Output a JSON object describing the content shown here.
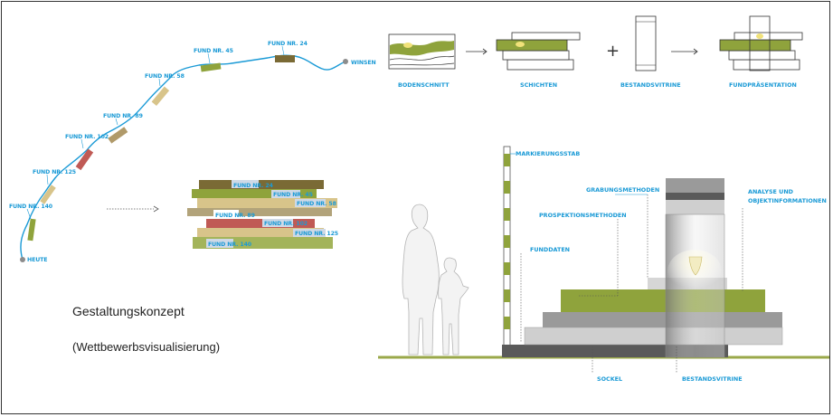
{
  "colors": {
    "label_blue": "#1a9ad6",
    "olive": "#8fa33c",
    "olive_light": "#a3b45a",
    "brown": "#8a7b3e",
    "tan": "#d8c48a",
    "red": "#c05a55",
    "grey_dark": "#5a5a5a",
    "grey_mid": "#9a9a9a",
    "grey_light": "#cfcfcf",
    "ground": "#9aa84a"
  },
  "timeline": {
    "start_label": "HEUTE",
    "end_label": "WINSEN",
    "finds": [
      "FUND NR. 140",
      "FUND NR. 125",
      "FUND NR. 102",
      "FUND NR. 89",
      "FUND NR. 58",
      "FUND NR. 45",
      "FUND NR. 24"
    ]
  },
  "stack": {
    "labels": [
      "FUND NR. 24",
      "FUND NR. 45",
      "FUND NR. 58",
      "FUND NR. 89",
      "FUND NR. 102",
      "FUND NR. 125",
      "FUND NR. 140"
    ]
  },
  "process": {
    "steps": [
      "BODENSCHNITT",
      "SCHICHTEN",
      "BESTANDSVITRINE",
      "FUNDPRÄSENTATION"
    ],
    "plus": "+"
  },
  "section": {
    "labels": {
      "marker": "MARKIERUNGSSTAB",
      "excavation": "GRABUNGSMETHODEN",
      "analysis_1": "ANALYSE UND",
      "analysis_2": "OBJEKTINFORMATIONEN",
      "prospection": "PROSPEKTIONSMETHODEN",
      "finddata": "FUNDDATEN",
      "plinth": "SOCKEL",
      "showcase": "BESTANDSVITRINE"
    }
  },
  "caption": {
    "title": "Gestaltungskonzept",
    "subtitle": "(Wettbewerbsvisualisierung)"
  }
}
